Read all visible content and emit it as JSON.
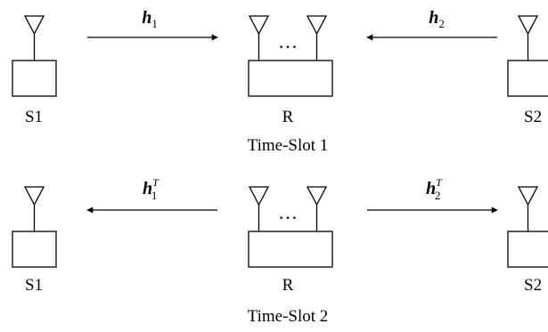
{
  "slot1": {
    "caption": "Time-Slot 1",
    "node_left": "S1",
    "node_mid": "R",
    "node_right": "S2",
    "dots": "…",
    "channel_left": {
      "sym": "h",
      "sub": "1",
      "sup": ""
    },
    "channel_right": {
      "sym": "h",
      "sub": "2",
      "sup": ""
    }
  },
  "slot2": {
    "caption": "Time-Slot 2",
    "node_left": "S1",
    "node_mid": "R",
    "node_right": "S2",
    "dots": "…",
    "channel_left": {
      "sym": "h",
      "sub": "1",
      "sup": "T"
    },
    "channel_right": {
      "sym": "h",
      "sub": "2",
      "sup": "T"
    }
  }
}
